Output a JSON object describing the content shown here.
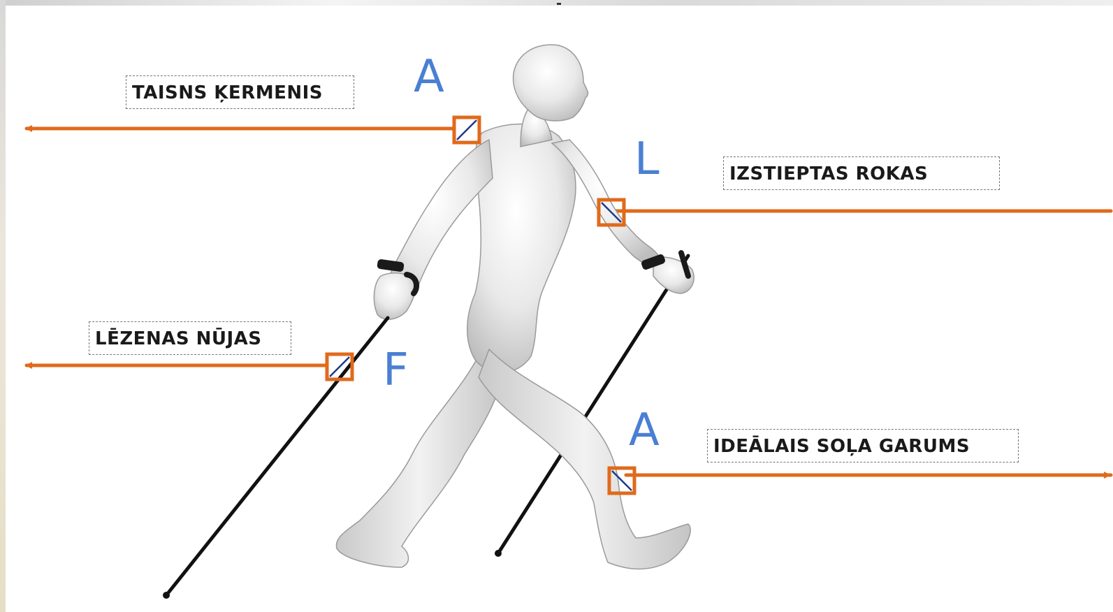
{
  "labels": {
    "straight_body": "TAISNS ĶERMENIS",
    "extended_arms": "IZSTIEPTAS ROKAS",
    "poles": "LĒZENAS NŪJAS",
    "step_length": "IDEĀLAIS SOĻA GARUMS"
  },
  "letters": {
    "a_top": "A",
    "l": "L",
    "f": "F",
    "a_bottom": "A"
  },
  "colors": {
    "line": "#e06a1b",
    "letter": "#4a7fd3",
    "pole": "#111111"
  }
}
